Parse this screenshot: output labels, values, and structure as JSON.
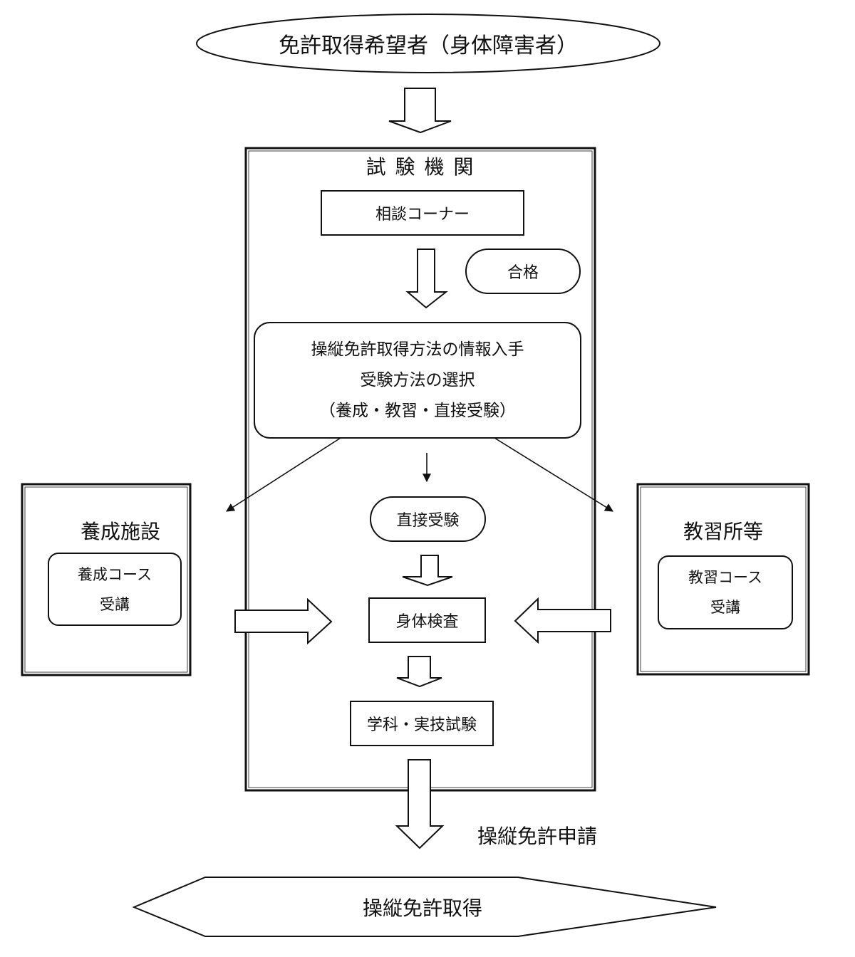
{
  "diagram": {
    "type": "flowchart",
    "colors": {
      "stroke": "#111111",
      "fill": "#ffffff",
      "background": "#ffffff"
    },
    "nodes": {
      "applicant": {
        "shape": "ellipse",
        "label": "免許取得希望者（身体障害者）"
      },
      "exam_body": {
        "shape": "container",
        "title": "試 験 機 関"
      },
      "consultation": {
        "shape": "rectangle",
        "label": "相談コーナー"
      },
      "pass": {
        "shape": "stadium",
        "label": "合格"
      },
      "info_selection": {
        "shape": "rounded-rectangle",
        "lines": [
          "操縦免許取得方法の情報入手",
          "受験方法の選択",
          "（養成・教習・直接受験）"
        ]
      },
      "training_facility": {
        "shape": "container",
        "title": "養成施設"
      },
      "training_course": {
        "shape": "rounded-rectangle",
        "lines": [
          "養成コース",
          "受講"
        ]
      },
      "driving_school": {
        "shape": "container",
        "title": "教習所等"
      },
      "school_course": {
        "shape": "rounded-rectangle",
        "lines": [
          "教習コース",
          "受講"
        ]
      },
      "direct_exam": {
        "shape": "stadium",
        "label": "直接受験"
      },
      "physical_exam": {
        "shape": "rectangle",
        "label": "身体検査"
      },
      "written_practical": {
        "shape": "rectangle",
        "label": "学科・実技試験"
      },
      "license_obtained": {
        "shape": "hexagon",
        "label": "操縦免許取得"
      }
    },
    "edge_labels": {
      "application": "操縦免許申請"
    },
    "edges": [
      {
        "from": "applicant",
        "to": "exam_body",
        "style": "block-arrow"
      },
      {
        "from": "consultation",
        "to": "info_selection",
        "style": "block-arrow"
      },
      {
        "from": "info_selection",
        "to": "training_facility",
        "style": "line-arrow"
      },
      {
        "from": "info_selection",
        "to": "direct_exam",
        "style": "line-arrow"
      },
      {
        "from": "info_selection",
        "to": "driving_school",
        "style": "line-arrow"
      },
      {
        "from": "direct_exam",
        "to": "physical_exam",
        "style": "block-arrow"
      },
      {
        "from": "training_facility",
        "to": "physical_exam",
        "style": "block-arrow"
      },
      {
        "from": "driving_school",
        "to": "physical_exam",
        "style": "block-arrow"
      },
      {
        "from": "physical_exam",
        "to": "written_practical",
        "style": "block-arrow"
      },
      {
        "from": "written_practical",
        "to": "license_obtained",
        "style": "block-arrow",
        "label": "操縦免許申請"
      }
    ]
  }
}
